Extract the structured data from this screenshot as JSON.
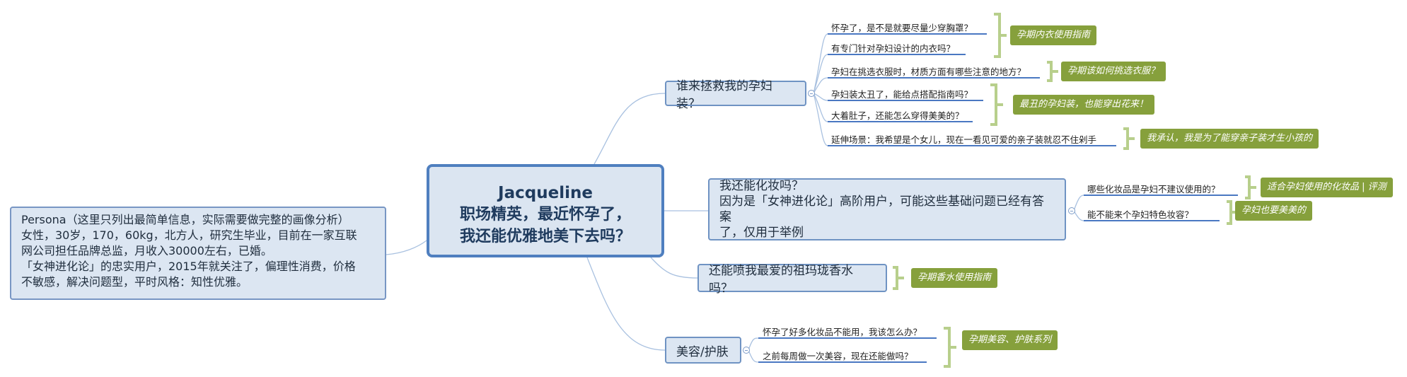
{
  "central": {
    "line1": "Jacqueline",
    "line2": "职场精英，最近怀孕了，",
    "line3": "我还能优雅地美下去吗？"
  },
  "persona": {
    "lines": [
      "Persona（这里只列出最简单信息，实际需要做完整的画像分析）",
      "女性，30岁，170，60kg，北方人，研究生毕业，目前在一家互联",
      "网公司担任品牌总监，月收入30000左右，已婚。",
      "「女神进化论」的忠实用户，2015年就关注了，偏理性消费，价格",
      "不敏感，解决问题型，平时风格：知性优雅。"
    ]
  },
  "branches": {
    "b1": {
      "label": "谁来拯救我的孕妇装？",
      "questions": [
        "怀孕了，是不是就要尽量少穿胸罩？",
        "有专门针对孕妇设计的内衣吗？",
        "孕妇在挑选衣服时，材质方面有哪些注意的地方？",
        "孕妇装太丑了，能给点搭配指南吗？",
        "大着肚子，还能怎么穿得美美的？",
        "延伸场景：我希望是个女儿，现在一看见可爱的亲子装就忍不住剁手"
      ],
      "tags": [
        "孕期内衣使用指南",
        "孕期该如何挑选衣服？",
        "最丑的孕妇装，也能穿出花来！",
        "我承认，我是为了能穿亲子装才生小孩的"
      ]
    },
    "b2": {
      "lines": [
        "我还能化妆吗？",
        "因为是「女神进化论」高阶用户，可能这些基础问题已经有答案",
        "了，仅用于举例"
      ],
      "questions": [
        "哪些化妆品是孕妇不建议使用的？",
        "能不能来个孕妇特色妆容？"
      ],
      "tags": [
        "适合孕妇使用的化妆品 | 评测",
        "孕妇也要美美的"
      ]
    },
    "b3": {
      "label": "还能喷我最爱的祖玛珑香水吗？",
      "tags": [
        "孕期香水使用指南"
      ]
    },
    "b4": {
      "label": "美容/护肤",
      "questions": [
        "怀孕了好多化妆品不能用，我该怎么办？",
        "之前每周做一次美容，现在还能做吗？"
      ],
      "tags": [
        "孕期美容、护肤系列"
      ]
    }
  },
  "colors": {
    "node_fill": "#dce6f2",
    "node_border": "#6f93c3",
    "link_line": "#8fb0d8",
    "underline": "#4a78c2",
    "bracket": "#b8cf8c",
    "tag_fill": "#86a03c"
  }
}
